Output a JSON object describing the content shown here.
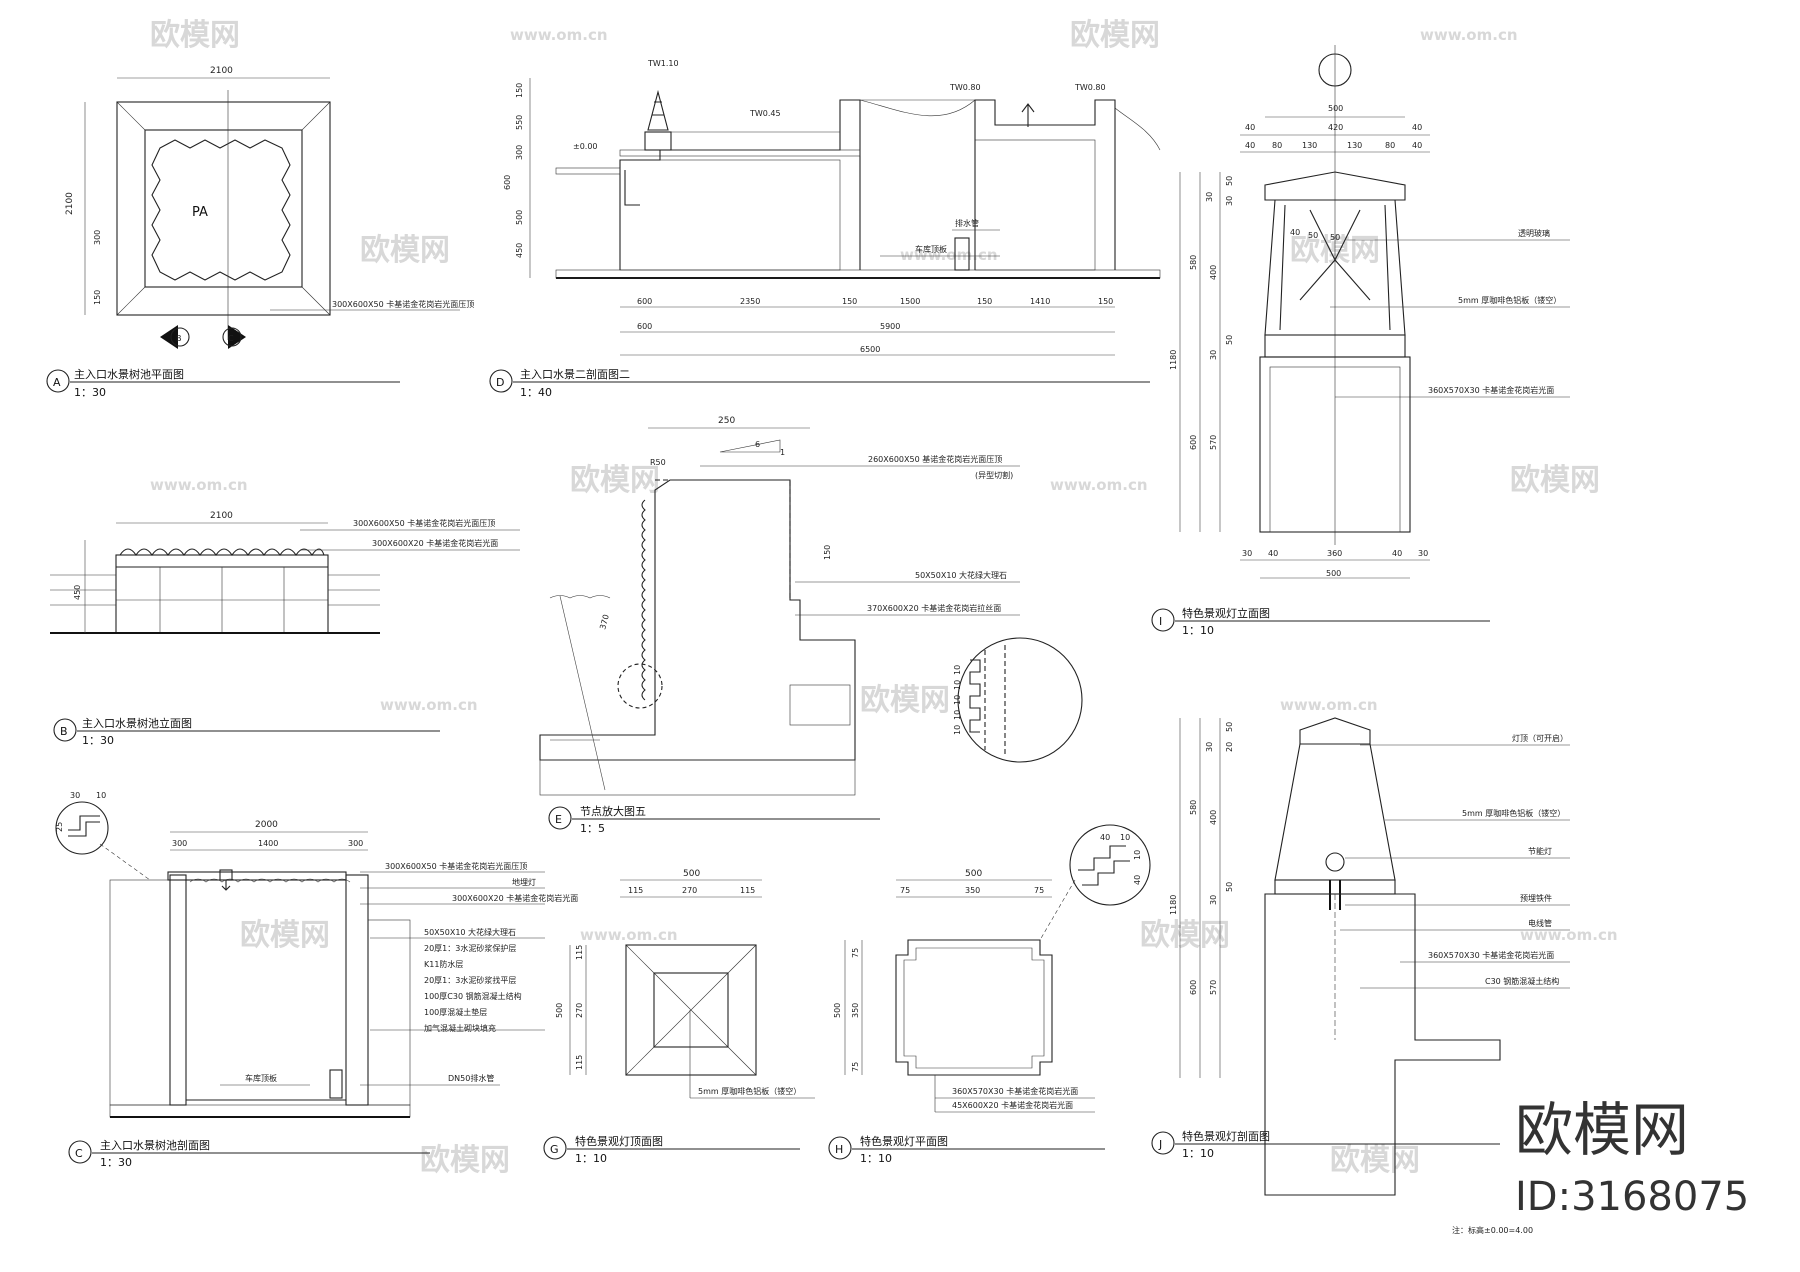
{
  "watermark": {
    "brand": "欧模网",
    "url": "www.om.cn"
  },
  "brand_stamp": {
    "name": "欧模网",
    "id": "ID:3168075"
  },
  "note": "注：标高±0.00=4.00",
  "panels": {
    "A": {
      "letter": "A",
      "title": "主入口水景树池平面图",
      "scale": "1：30",
      "dims": [
        "2100",
        "2100",
        "300",
        "150"
      ],
      "center_label": "PA",
      "callout": "300X600X50 卡基诺金花岗岩光面压顶",
      "section_marks": [
        "B",
        "C"
      ]
    },
    "B": {
      "letter": "B",
      "title": "主入口水景树池立面图",
      "scale": "1：30",
      "dims": [
        "2100",
        "450"
      ],
      "callouts": [
        "300X600X50 卡基诺金花岗岩光面压顶",
        "300X600X20 卡基诺金花岗岩光面"
      ]
    },
    "C": {
      "letter": "C",
      "title": "主入口水景树池剖面图",
      "scale": "1：30",
      "dims": [
        "2000",
        "300",
        "1400",
        "300",
        "30",
        "10",
        "25"
      ],
      "callouts": [
        "300X600X50 卡基诺金花岗岩光面压顶",
        "地埋灯",
        "300X600X20 卡基诺金花岗岩光面",
        "50X50X10 大花绿大理石",
        "20厚1：3水泥砂浆保护层",
        "K11防水层",
        "20厚1：3水泥砂浆找平层",
        "100厚C30 钢筋混凝土结构",
        "100厚混凝土垫层",
        "加气混凝土砌块填充",
        "DN50排水管",
        "车库顶板"
      ]
    },
    "D": {
      "letter": "D",
      "title": "主入口水景二剖面图二",
      "scale": "1：40",
      "levels": [
        "TW1.10",
        "TW0.45",
        "TW0.80",
        "TW0.80",
        "±0.00"
      ],
      "dims_bottom_1": [
        "600",
        "2350",
        "150",
        "1500",
        "150",
        "1410",
        "150"
      ],
      "dims_bottom_2": [
        "600",
        "5900"
      ],
      "dims_bottom_3": [
        "6500"
      ],
      "dims_left": [
        "150",
        "550",
        "300",
        "600",
        "500",
        "450"
      ],
      "callouts": [
        "排水管",
        "车库顶板"
      ]
    },
    "E": {
      "letter": "E",
      "title": "节点放大图五",
      "scale": "1：5",
      "dims": [
        "250",
        "6",
        "1",
        "R50",
        "150",
        "370"
      ],
      "callouts": [
        "260X600X50 基诺金花岗岩光面压顶",
        "(异型切割)",
        "50X50X10 大花绿大理石",
        "370X600X20 卡基诺金花岗岩拉丝面"
      ],
      "detail_dims": [
        "10",
        "10",
        "10",
        "10",
        "10"
      ]
    },
    "G": {
      "letter": "G",
      "title": "特色景观灯顶面图",
      "scale": "1：10",
      "dims_top": [
        "500",
        "115",
        "270",
        "115"
      ],
      "dims_left": [
        "500",
        "115",
        "270",
        "115"
      ],
      "callout": "5mm 厚咖啡色铝板（镂空）"
    },
    "H": {
      "letter": "H",
      "title": "特色景观灯平面图",
      "scale": "1：10",
      "dims_top": [
        "500",
        "75",
        "350",
        "75"
      ],
      "dims_left": [
        "500",
        "75",
        "350",
        "75"
      ],
      "callouts": [
        "360X570X30 卡基诺金花岗岩光面",
        "45X600X20 卡基诺金花岗岩光面"
      ],
      "detail_dims": [
        "40",
        "10",
        "10",
        "40"
      ]
    },
    "I": {
      "letter": "I",
      "title": "特色景观灯立面图",
      "scale": "1：10",
      "dims_top": [
        "500",
        "40",
        "420",
        "40",
        "40",
        "80",
        "130",
        "130",
        "80",
        "40"
      ],
      "dims_bottom": [
        "30",
        "40",
        "360",
        "40",
        "30",
        "500"
      ],
      "dims_left": [
        "50",
        "30",
        "30",
        "580",
        "400",
        "50",
        "30",
        "1180",
        "600",
        "570"
      ],
      "inner_dims": [
        "40",
        "50",
        "50"
      ],
      "callouts": [
        "透明玻璃",
        "5mm 厚咖啡色铝板（镂空）",
        "360X570X30 卡基诺金花岗岩光面"
      ]
    },
    "J": {
      "letter": "J",
      "title": "特色景观灯剖面图",
      "scale": "1：10",
      "dims_left": [
        "50",
        "30",
        "20",
        "580",
        "400",
        "50",
        "30",
        "1180",
        "600",
        "570"
      ],
      "callouts": [
        "灯顶（可开启）",
        "5mm 厚咖啡色铝板（镂空）",
        "节能灯",
        "预埋铁件",
        "电线管",
        "360X570X30 卡基诺金花岗岩光面",
        "C30 钢筋混凝土结构"
      ]
    }
  }
}
